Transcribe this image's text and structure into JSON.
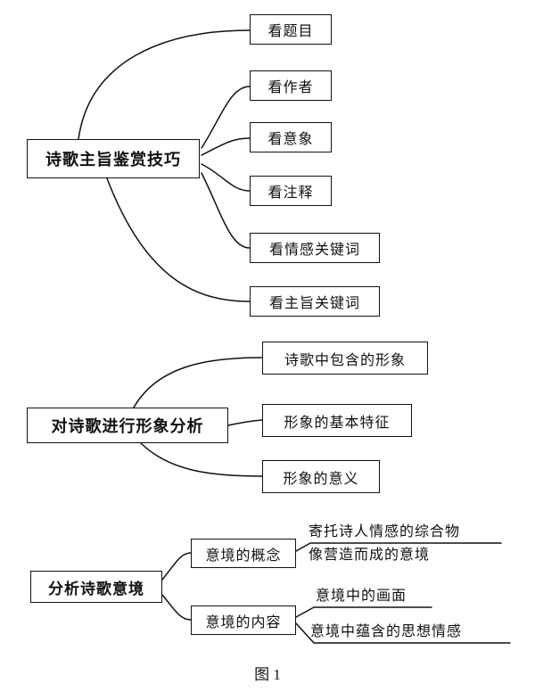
{
  "diagram": {
    "caption": "图 1",
    "tree1": {
      "root": "诗歌主旨鉴赏技巧",
      "children": [
        "看题目",
        "看作者",
        "看意象",
        "看注释",
        "看情感关键词",
        "看主旨关键词"
      ]
    },
    "tree2": {
      "root": "对诗歌进行形象分析",
      "children": [
        "诗歌中包含的形象",
        "形象的基本特征",
        "形象的意义"
      ]
    },
    "tree3": {
      "root": "分析诗歌意境",
      "concept_label": "意境的概念",
      "content_label": "意境的内容",
      "concept_desc_line1": "寄托诗人情感的综合物",
      "concept_desc_line2": "像营造而成的意境",
      "content_item1": "意境中的画面",
      "content_item2": "意境中蕴含的思想情感"
    },
    "colors": {
      "line": "#111111",
      "background": "#ffffff"
    }
  }
}
